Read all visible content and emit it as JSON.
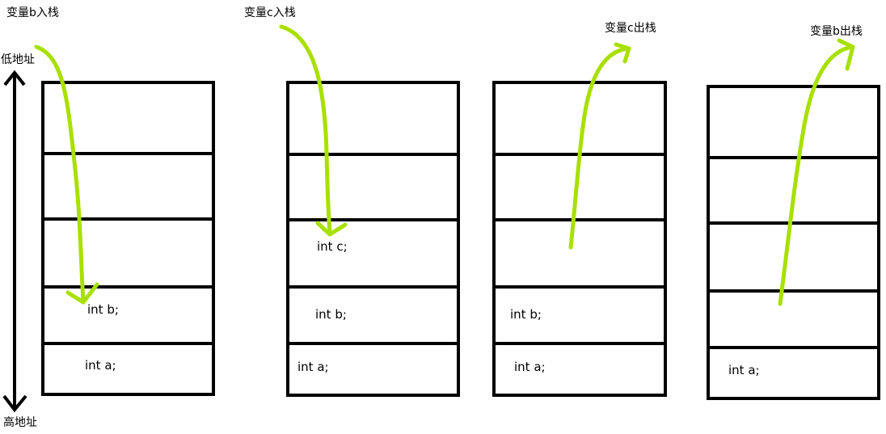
{
  "axis": {
    "top_label": "低地址",
    "bottom_label": "高地址"
  },
  "colors": {
    "box_stroke": "#000000",
    "arrow": "#a8e000"
  },
  "stacks": [
    {
      "arrow_label": "变量b入栈",
      "cells": [
        "",
        "",
        "",
        "int b;",
        "int a;"
      ]
    },
    {
      "arrow_label": "变量c入栈",
      "cells": [
        "",
        "",
        "int c;",
        "int b;",
        "int a;"
      ]
    },
    {
      "arrow_label": "变量c出栈",
      "cells": [
        "",
        "",
        "",
        "int b;",
        "int a;"
      ]
    },
    {
      "arrow_label": "变量b出栈",
      "cells": [
        "",
        "",
        "",
        "",
        "int a;"
      ]
    }
  ]
}
